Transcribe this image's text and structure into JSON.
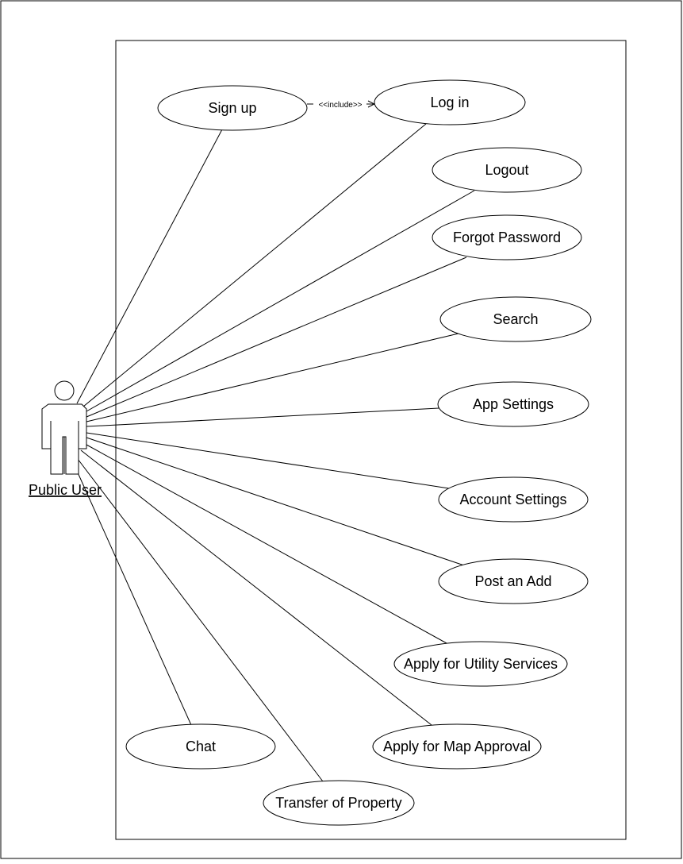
{
  "diagram": {
    "actor": {
      "name": "Public User",
      "icon": "stick-figure-actor-icon"
    },
    "include_relation": {
      "from": "Sign up",
      "to": "Log in",
      "label": "<<include>>"
    },
    "use_cases": [
      {
        "key": "sign-up",
        "label": "Sign up"
      },
      {
        "key": "log-in",
        "label": "Log in"
      },
      {
        "key": "logout",
        "label": "Logout"
      },
      {
        "key": "forgot-password",
        "label": "Forgot Password"
      },
      {
        "key": "search",
        "label": "Search"
      },
      {
        "key": "app-settings",
        "label": "App Settings"
      },
      {
        "key": "account-settings",
        "label": "Account Settings"
      },
      {
        "key": "post-an-add",
        "label": "Post an Add"
      },
      {
        "key": "apply-utility-services",
        "label": "Apply for Utility Services"
      },
      {
        "key": "apply-map-approval",
        "label": "Apply for Map Approval"
      },
      {
        "key": "chat",
        "label": "Chat"
      },
      {
        "key": "transfer-of-property",
        "label": "Transfer of Property"
      }
    ],
    "colors": {
      "stroke": "#000000",
      "fill": "#ffffff"
    }
  }
}
